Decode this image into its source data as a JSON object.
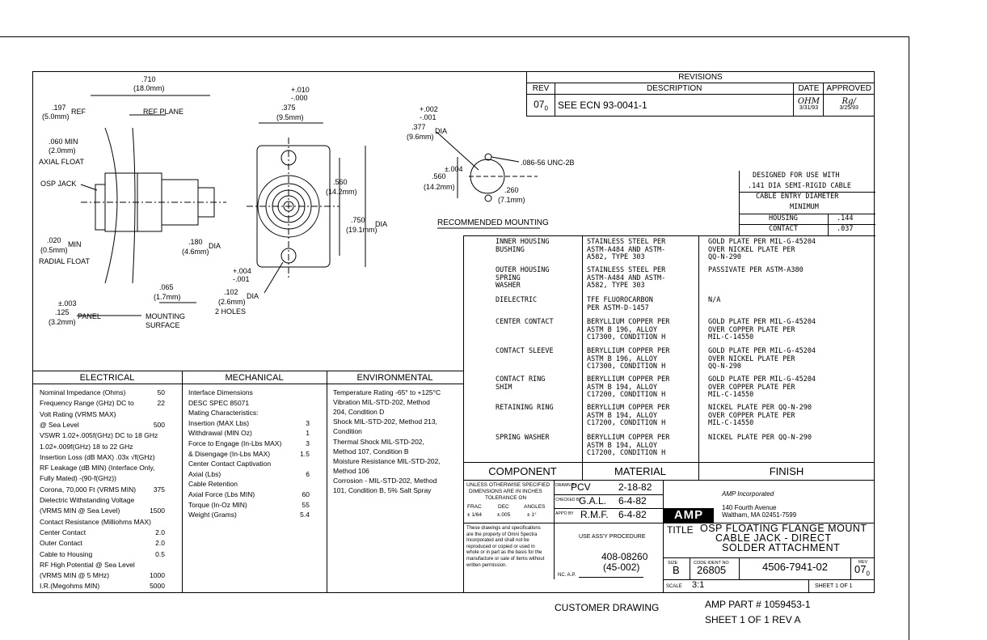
{
  "revisions": {
    "title": "REVISIONS",
    "headers": {
      "rev": "REV",
      "description": "DESCRIPTION",
      "date": "DATE",
      "approved": "APPROVED"
    },
    "row": {
      "rev": "07",
      "rev_sub": "0",
      "description": "SEE ECN 93-0041-1",
      "date_sig": "OHM",
      "date": "3/31/93",
      "approved_sig": "Rg/",
      "approved_date": "3/25/93"
    }
  },
  "cable_spec": {
    "line1": "DESIGNED FOR USE WITH",
    "line2": ".141 DIA SEMI-RIGID CABLE",
    "line3": "CABLE ENTRY DIAMETER",
    "line4": "MINIMUM",
    "housing_label": "HOUSING",
    "housing_value": ".144",
    "contact_label": "CONTACT",
    "contact_value": ".037"
  },
  "dimensions": {
    "d710": ".710",
    "d710mm": "(18.0mm)",
    "d197": ".197",
    "d197mm": "(5.0mm)",
    "ref": "REF",
    "ref_plane": "REF PLANE",
    "d060": ".060 MIN",
    "d060mm": "(2.0mm)",
    "axial_float": "AXIAL FLOAT",
    "osp_jack": "OSP JACK",
    "d020": ".020",
    "min": "MIN",
    "d020mm": "(0.5mm)",
    "radial_float": "RADIAL FLOAT",
    "d180": ".180",
    "d180mm": "(4.6mm)",
    "dia": "DIA",
    "d065": ".065",
    "d065mm": "(1.7mm)",
    "d003": "±.003",
    "d125": ".125",
    "panel": "PANEL",
    "d125mm": "(3.2mm)",
    "mounting": "MOUNTING",
    "surface": "SURFACE",
    "tol_010": "+.010",
    "tol_000": "-.000",
    "d375": ".375",
    "d375mm": "(9.5mm)",
    "d560": ".560",
    "d560mm": "(14.2mm)",
    "d750": ".750",
    "d750mm": "(19.1mm)",
    "tol_004": "+.004",
    "tol_001": "-.001",
    "d102": ".102",
    "d102mm": "(2.6mm)",
    "two_holes": "2 HOLES",
    "r_tol_002": "+.002",
    "r_tol_001": "-.001",
    "r377": ".377",
    "r377mm": "(9.6mm)",
    "r_tap": ".086-56 UNC-2B",
    "r_004": "±.004",
    "r560": ".560",
    "r560mm": "(14.2mm)",
    "r260": ".260",
    "r260mm": "(7.1mm)",
    "recommended": "RECOMMENDED MOUNTING"
  },
  "electrical": {
    "title": "ELECTRICAL",
    "rows": [
      {
        "label": "Nominal Impedance (Ohms)",
        "value": "50"
      },
      {
        "label": "Frequency Range (GHz) DC to",
        "value": "22"
      },
      {
        "label": "Volt Rating (VRMS MAX)",
        "value": ""
      },
      {
        "label": "@ Sea Level",
        "value": "500"
      },
      {
        "label": "VSWR 1.02+.005f(GHz) DC to 18 GHz",
        "value": ""
      },
      {
        "label": "1.02+.009f(GHz) 18 to 22 GHz",
        "value": ""
      },
      {
        "label": "Insertion Loss (dB MAX) .03x √f(GHz)",
        "value": ""
      },
      {
        "label": "RF Leakage (dB MIN) (Interface Only,",
        "value": ""
      },
      {
        "label": "Fully Mated)          -(90-f(GHz))",
        "value": ""
      },
      {
        "label": "Corona, 70,000 Ft (VRMS MIN)",
        "value": "375"
      },
      {
        "label": "Dielectric Withstanding Voltage",
        "value": ""
      },
      {
        "label": "(VRMS MIN @ Sea Level)",
        "value": "1500"
      },
      {
        "label": "Contact Resistance (Milliohms MAX)",
        "value": ""
      },
      {
        "label": "Center Contact",
        "value": "2.0"
      },
      {
        "label": "Outer Contact",
        "value": "2.0"
      },
      {
        "label": "Cable to Housing",
        "value": "0.5"
      },
      {
        "label": "RF High Potential @ Sea Level",
        "value": ""
      },
      {
        "label": "(VRMS MIN @ 5 MHz)",
        "value": "1000"
      },
      {
        "label": "I.R.(Megohms MIN)",
        "value": "5000"
      }
    ]
  },
  "mechanical": {
    "title": "MECHANICAL",
    "rows": [
      {
        "label": "Interface Dimensions",
        "value": ""
      },
      {
        "label": "DESC SPEC 85071",
        "value": ""
      },
      {
        "label": "Mating Characteristics:",
        "value": ""
      },
      {
        "label": "Insertion (MAX Lbs)",
        "value": "3"
      },
      {
        "label": "Withdrawal (MIN Oz)",
        "value": "1"
      },
      {
        "label": "Force to Engage (In-Lbs MAX)",
        "value": "3"
      },
      {
        "label": "& Disengage (In-Lbs MAX)",
        "value": "1.5"
      },
      {
        "label": "Center Contact Captivation",
        "value": ""
      },
      {
        "label": "Axial (Lbs)",
        "value": "6"
      },
      {
        "label": "Cable Retention",
        "value": ""
      },
      {
        "label": "Axial Force (Lbs MIN)",
        "value": "60"
      },
      {
        "label": "Torque (In-Oz MIN)",
        "value": "55"
      },
      {
        "label": "Weight (Grams)",
        "value": "5.4"
      }
    ]
  },
  "environmental": {
    "title": "ENVIRONMENTAL",
    "rows": [
      "Temperature Rating -65° to +125°C",
      "Vibration MIL-STD-202, Method",
      "204, Condition D",
      "Shock MIL-STD-202, Method 213,",
      "Condition",
      "Thermal Shock MIL-STD-202,",
      "Method 107, Condition B",
      "Moisture Resistance MIL-STD-202,",
      "Method 106",
      "Corrosion - MIL-STD-202, Method",
      "101, Condition B, 5% Salt Spray"
    ]
  },
  "bom": {
    "col_component": "COMPONENT",
    "col_material": "MATERIAL",
    "col_finish": "FINISH",
    "rows": [
      {
        "component": "INNER HOUSING\nBUSHING",
        "material": "STAINLESS STEEL PER\nASTM-A484 AND ASTM-\nA582, TYPE 303",
        "finish": "GOLD PLATE PER MIL-G-45204\nOVER NICKEL PLATE PER\nQQ-N-290"
      },
      {
        "component": "OUTER HOUSING\nSPRING\nWASHER",
        "material": "STAINLESS STEEL PER\nASTM-A484 AND ASTM-\nA582, TYPE 303",
        "finish": "PASSIVATE PER ASTM-A380"
      },
      {
        "component": "DIELECTRIC",
        "material": "TFE FLUOROCARBON\nPER ASTM-D-1457",
        "finish": "N/A"
      },
      {
        "component": "CENTER CONTACT",
        "material": "BERYLLIUM COPPER PER\nASTM B 196, ALLOY\nC17300, CONDITION H",
        "finish": "GOLD PLATE PER MIL-G-45204\nOVER COPPER PLATE PER\nMIL-C-14550"
      },
      {
        "component": "CONTACT SLEEVE",
        "material": "BERYLLIUM COPPER PER\nASTM B 196, ALLOY\nC17300, CONDITION H",
        "finish": "GOLD PLATE PER MIL-G-45204\nOVER NICKEL PLATE PER\nQQ-N-290"
      },
      {
        "component": "CONTACT RING\nSHIM",
        "material": "BERYLLIUM COPPER PER\nASTM B 194, ALLOY\nC17200, CONDITION H",
        "finish": "GOLD PLATE PER MIL-G-45204\nOVER COPPER PLATE PER\nMIL-C-14550"
      },
      {
        "component": "RETAINING RING",
        "material": "BERYLLIUM COPPER PER\nASTM B 194, ALLOY\nC17200, CONDITION H",
        "finish": "NICKEL PLATE PER QQ-N-290\nOVER COPPER PLATE PER\nMIL-C-14550"
      },
      {
        "component": "SPRING WASHER",
        "material": "BERYLLIUM COPPER PER\nASTM B 194, ALLOY\nC17200, CONDITION H",
        "finish": "NICKEL PLATE PER QQ-N-290"
      }
    ]
  },
  "title_block": {
    "tol_line1": "UNLESS OTHERWISE SPECIFIED",
    "tol_line2": "DIMENSIONS ARE IN INCHES",
    "tol_line3": "TOLERANCE ON",
    "tol_frac": "FRAC",
    "tol_dec": "DEC",
    "tol_angles": "ANGLES",
    "tol_frac_v": "± 1/64",
    "tol_dec_v": "±.005",
    "tol_angles_v": "± 1°",
    "drawn_label": "DRAWN BY",
    "drawn_by": "PCV",
    "drawn_date": "2-18-82",
    "checked_label": "CHECKED BY",
    "checked_by": "G.A.L.",
    "checked_date": "6-4-82",
    "approved_label": "APP'D BY",
    "approved_by": "R.M.F.",
    "approved_date": "6-4-82",
    "company": "AMP Incorporated",
    "address1": "140 Fourth Avenue",
    "address2": "Waltham, MA 02451-7599",
    "logo": "AMP",
    "notice": "These drawings and specifications are the property of Omni Spectra Incorporated and shall not be reproduced or copied or used in whole or in part as the basis for the manufacture or sale of items without written permission.",
    "use_assy": "USE ASS'Y PROCEDURE",
    "proc_no": "408-08260",
    "proc_sub": "(45-002)",
    "nc_ap": "NC. A.P.",
    "title_label": "TITLE",
    "title1": "OSP FLOATING FLANGE MOUNT",
    "title2": "CABLE JACK - DIRECT",
    "title3": "SOLDER ATTACHMENT",
    "size_label": "SIZE",
    "size": "B",
    "code_label": "CODE IDENT NO",
    "code": "26805",
    "dwg_no": "4506-7941-02",
    "rev_label": "REV",
    "rev": "07",
    "rev_sub": "0",
    "scale_label": "SCALE",
    "scale": "3:1",
    "sheet": "SHEET 1 OF 1"
  },
  "footer": {
    "customer": "CUSTOMER DRAWING",
    "part": "AMP PART # 1059453-1",
    "sheet": "SHEET 1 OF 1  REV A"
  }
}
